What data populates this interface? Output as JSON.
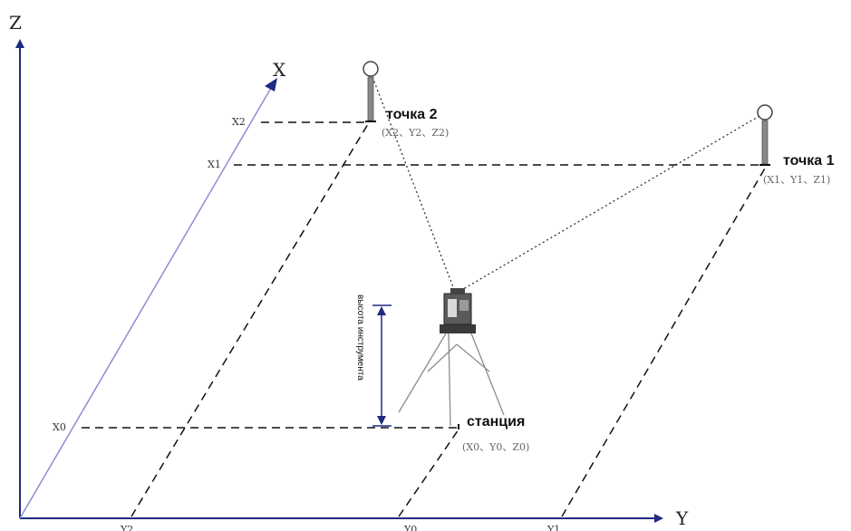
{
  "axes": {
    "z_label": "Z",
    "x_label": "X",
    "y_label": "Y"
  },
  "ticks": {
    "x2": "X2",
    "x1": "X1",
    "x0": "X0",
    "y2": "Y2",
    "y0": "Y0",
    "y1": "Y1"
  },
  "points": {
    "point2": {
      "label": "точка 2",
      "coords": "(X2、Y2、Z2)"
    },
    "point1": {
      "label": "точка 1",
      "coords": "(X1、Y1、Z1)"
    },
    "station": {
      "label": "станция",
      "coords": "(X0、Y0、Z0)"
    }
  },
  "instrument_height_label": "высота инструмента",
  "colors": {
    "axis": "#1f2a80",
    "x_axis": "#8a8fd0",
    "dashed": "#111111",
    "dotted": "#333333",
    "pole": "#777777"
  }
}
